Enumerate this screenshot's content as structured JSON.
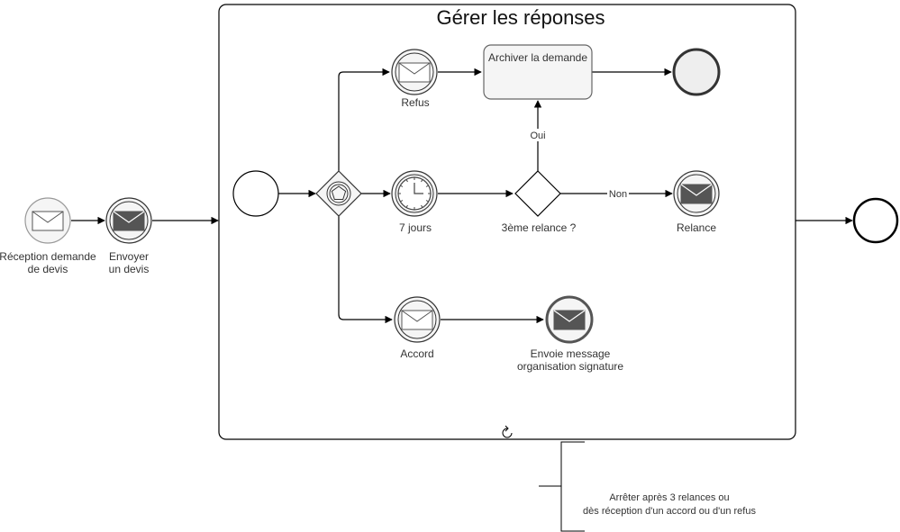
{
  "subprocess": {
    "title": "Gérer les réponses"
  },
  "nodes": {
    "reception": {
      "label_lines": [
        "Réception demande",
        "de devis"
      ]
    },
    "send_quote": {
      "label_lines": [
        "Envoyer",
        "un devis"
      ]
    },
    "refus": {
      "label": "Refus"
    },
    "archive": {
      "label": "Archiver la demande"
    },
    "seven_days": {
      "label": "7 jours"
    },
    "gateway_third": {
      "label": "3ème relance ?"
    },
    "relance": {
      "label": "Relance"
    },
    "accord": {
      "label": "Accord"
    },
    "envoie_message": {
      "label_lines": [
        "Envoie message",
        "organisation signature"
      ]
    }
  },
  "edge_labels": {
    "oui": "Oui",
    "non": "Non"
  },
  "annotation": {
    "lines": [
      "Arrêter après 3 relances ou",
      "dès réception d'un accord ou d'un refus"
    ]
  },
  "colors": {
    "stroke": "#000000",
    "event_fill": "#ffffff",
    "task_fill": "#f5f5f5",
    "end_fill": "#eeeeee",
    "icon_gray": "#555555"
  }
}
